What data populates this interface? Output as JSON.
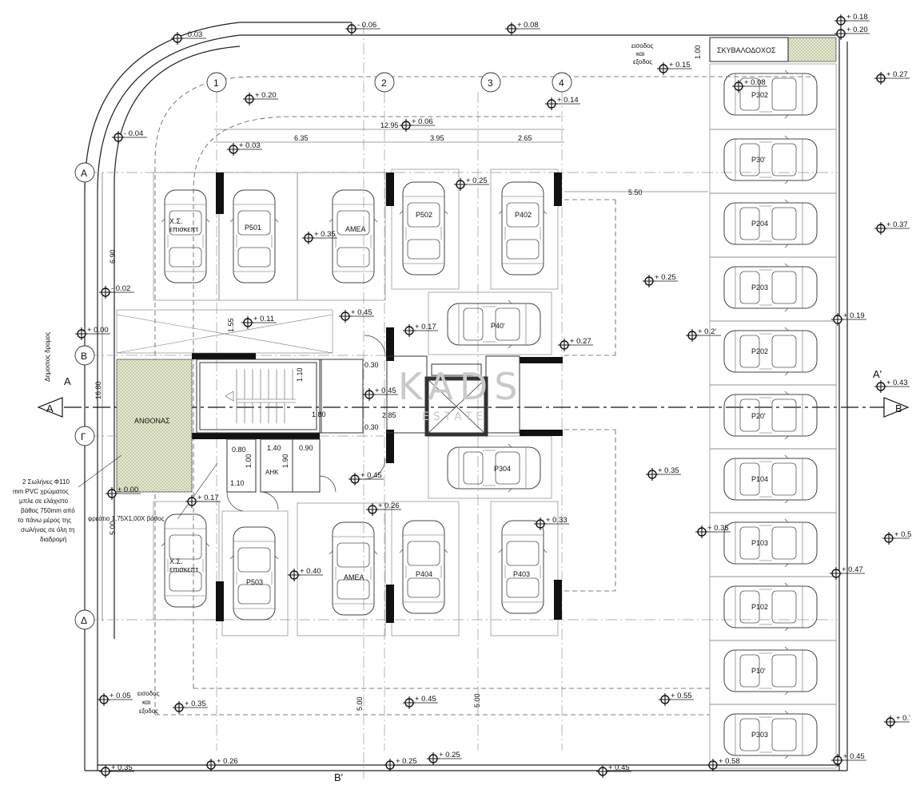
{
  "plan": {
    "title": "",
    "road_label": "Δημοσιος δρομος",
    "entrance_top": [
      "εισοδος",
      "και",
      "εξοδος"
    ],
    "entrance_bottom": [
      "εισοδος",
      "και",
      "εξοδος"
    ],
    "bin_label": "ΣΚΥΒΑΛΟΔΟΧΟΣ",
    "lift_label": "ΑΝΘΟΝΑΣ",
    "electric_label": "ΑΗΚ",
    "pipe_note": [
      "2 Σωλήνες Φ110",
      "mm PVC χρώματος",
      "μπλε σε ελάχιστο",
      "βάθος 750mm από",
      "το πάνω μέρος της",
      "σωλήνας σε όλη τη",
      "διαδρομή"
    ],
    "pit_note": "φρεάτιο 1,75X1,00X βάθος",
    "watermark_main": "KADS",
    "watermark_sub": "ESTATE"
  },
  "grid": {
    "columns": [
      "1",
      "2",
      "3",
      "4"
    ],
    "rows": [
      "Α",
      "Β",
      "Γ",
      "Δ"
    ]
  },
  "section": {
    "left_letter": "A",
    "left_marker": "A",
    "right_letter": "A'",
    "right_marker": "B",
    "bottom_letter": "B'"
  },
  "dimensions": {
    "total_top": "12.95",
    "d1": "6.35",
    "d2": "3.95",
    "d3": "2.65",
    "aisle": "5.50",
    "left_vertical": "16.80",
    "left_top": "6.90",
    "left_bottom": "5.00",
    "stair_w": "1.10",
    "stair_h": "1.55",
    "c1": "0.30",
    "c2": "0.30",
    "c3": "2.85",
    "c4": "1.80",
    "c5": "1.40",
    "c6": "0.90",
    "c7": "0.80",
    "c8": "1.00",
    "c9": "1.90",
    "c10": "1.10",
    "c11": "1.00",
    "b1": "5.00",
    "b2": "5.00"
  },
  "parking": [
    {
      "id": "visitor-top",
      "label": [
        "Χ.Σ.",
        "επισκεπτ"
      ]
    },
    {
      "id": "p501",
      "label": [
        "P501"
      ]
    },
    {
      "id": "amea-top",
      "label": [
        "ΑΜΕΑ"
      ]
    },
    {
      "id": "p502",
      "label": [
        "P502"
      ]
    },
    {
      "id": "p402",
      "label": [
        "P402"
      ]
    },
    {
      "id": "p401",
      "label": [
        "P40'"
      ]
    },
    {
      "id": "p304",
      "label": [
        "P304"
      ]
    },
    {
      "id": "visitor-bot",
      "label": [
        "Χ.Σ.",
        "επισκεπτ"
      ]
    },
    {
      "id": "p503",
      "label": [
        "P503"
      ]
    },
    {
      "id": "amea-bot",
      "label": [
        "ΑΜΕΑ"
      ]
    },
    {
      "id": "p404",
      "label": [
        "P404"
      ]
    },
    {
      "id": "p403",
      "label": [
        "P403"
      ]
    },
    {
      "id": "p302",
      "label": [
        "P302"
      ]
    },
    {
      "id": "p301",
      "label": [
        "P30'"
      ]
    },
    {
      "id": "p204",
      "label": [
        "P204"
      ]
    },
    {
      "id": "p203",
      "label": [
        "P203"
      ]
    },
    {
      "id": "p202",
      "label": [
        "P202"
      ]
    },
    {
      "id": "p201",
      "label": [
        "P20'"
      ]
    },
    {
      "id": "p104",
      "label": [
        "P104"
      ]
    },
    {
      "id": "p103",
      "label": [
        "P103"
      ]
    },
    {
      "id": "p102",
      "label": [
        "P102"
      ]
    },
    {
      "id": "p101",
      "label": [
        "P10'"
      ]
    },
    {
      "id": "p303",
      "label": [
        "P303"
      ]
    }
  ],
  "levels": [
    "- 0.03",
    "- 0.06",
    "+ 0.08",
    "+ 0.18",
    "+ 0.20",
    "+ 0.15",
    "+ 0.27",
    "+ 0.20",
    "+ 0.14",
    "+ 0.06",
    "+ 0.08",
    "+ 0.03",
    "- 0.04",
    "+ 0.25",
    "+ 0.35",
    "+ 0.37",
    "+ 0.25",
    "- 0.02",
    "+ 0.45",
    "+ 0.11",
    "+ 0.00",
    "+ 0.17",
    "+ 0.27",
    "+ 0.2'",
    "+ 0.19",
    "+ 0.45",
    "+ 0.43",
    "+ 0.45",
    "+ 0.35",
    "± 0.00",
    "+ 0.17",
    "+ 0.26",
    "+ 0.33",
    "+ 0.35",
    "+ 0.40",
    "+ 0.47",
    "+ 0.05",
    "+ 0.35",
    "+ 0.45",
    "+ 0.55",
    "+ 0.35",
    "+ 0.26",
    "+ 0.25",
    "+ 0.25",
    "+ 0.45",
    "+ 0.58",
    "+ 0.45",
    "+ 0.5",
    "+ 0.'"
  ]
}
